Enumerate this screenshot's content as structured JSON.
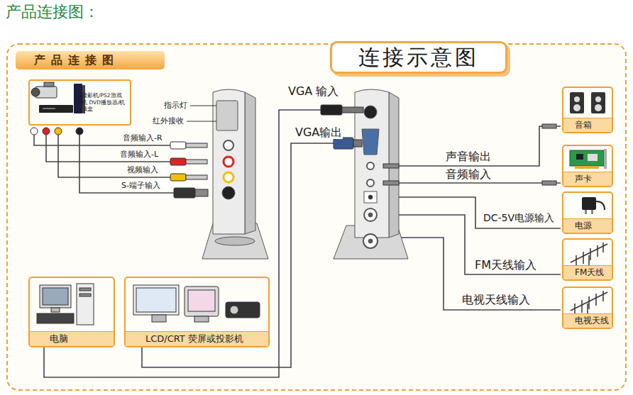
{
  "diagram": {
    "title": "产品连接图：",
    "nodes": [
      {
        "text": [
          "产品连接图"
        ]
      },
      {
        "text": [
          "连接示意图"
        ]
      },
      {
        "text": [
          "摄影机/PS2游戏机 DVD播放器/机顶盒"
        ]
      },
      {
        "text": [
          "音箱"
        ]
      },
      {
        "text": [
          "声卡"
        ]
      },
      {
        "text": [
          "电源"
        ]
      },
      {
        "text": [
          "FM天线"
        ]
      },
      {
        "text": [
          "电视天线"
        ]
      },
      {
        "text": [
          "电脑"
        ]
      },
      {
        "text": [
          "LCD/CRT 荧屏或投影机"
        ]
      }
    ],
    "labels": [
      "指示灯",
      "红外接收",
      "音频输入-R",
      "音频输入-L",
      "视频输入",
      "S-端子输入",
      "VGA 输入",
      "VGA输出",
      "声音输出",
      "音频输入",
      "DC-5V电源输入",
      "FM天线输入",
      "电视天线输入"
    ]
  }
}
